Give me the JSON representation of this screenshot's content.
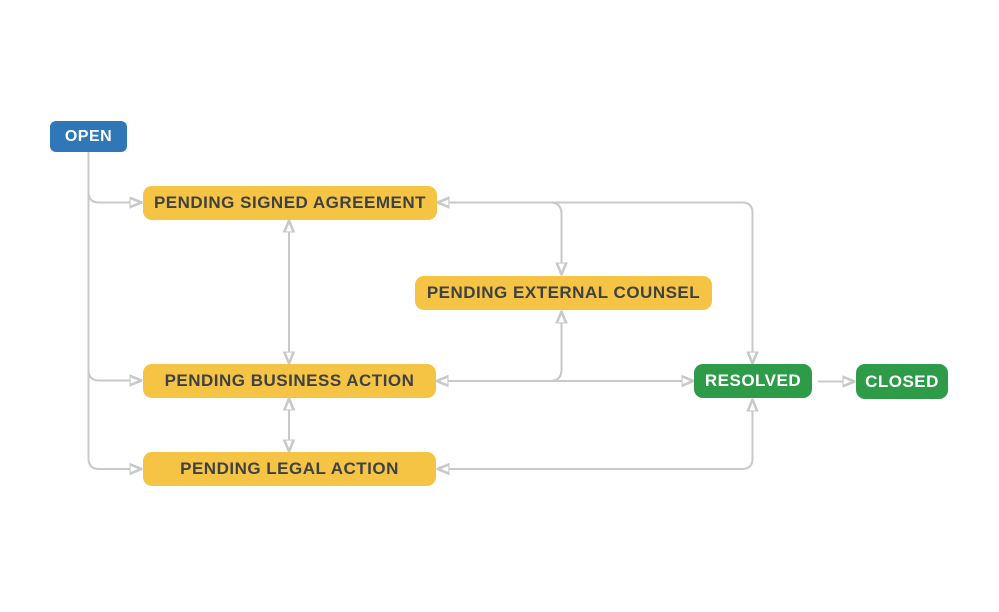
{
  "diagram": {
    "name": "Issue status workflow",
    "colors": {
      "open_blue": "#2f77b6",
      "pending_yellow": "#f5c444",
      "done_green": "#2e9b49",
      "arrow_gray": "#c9c9c9",
      "pending_text": "#3f4142",
      "canvas_background": "#ffffff"
    },
    "nodes": [
      {
        "id": "open",
        "label": "OPEN",
        "category": "to-do",
        "color": "#2f77b6",
        "text_color": "#ffffff"
      },
      {
        "id": "pending-signed-agreement",
        "label": "PENDING SIGNED AGREEMENT",
        "category": "in-progress",
        "color": "#f5c444",
        "text_color": "#3f4142"
      },
      {
        "id": "pending-external-counsel",
        "label": "PENDING EXTERNAL COUNSEL",
        "category": "in-progress",
        "color": "#f5c444",
        "text_color": "#3f4142"
      },
      {
        "id": "pending-business-action",
        "label": "PENDING BUSINESS ACTION",
        "category": "in-progress",
        "color": "#f5c444",
        "text_color": "#3f4142"
      },
      {
        "id": "pending-legal-action",
        "label": "PENDING LEGAL ACTION",
        "category": "in-progress",
        "color": "#f5c444",
        "text_color": "#3f4142"
      },
      {
        "id": "resolved",
        "label": "RESOLVED",
        "category": "done",
        "color": "#2e9b49",
        "text_color": "#ffffff"
      },
      {
        "id": "closed",
        "label": "CLOSED",
        "category": "done",
        "color": "#2e9b49",
        "text_color": "#ffffff"
      }
    ],
    "transitions": [
      {
        "from": "open",
        "to": "pending-signed-agreement",
        "arrow": "one-way"
      },
      {
        "from": "open",
        "to": "pending-business-action",
        "arrow": "one-way"
      },
      {
        "from": "open",
        "to": "pending-legal-action",
        "arrow": "one-way"
      },
      {
        "from": "pending-signed-agreement",
        "to": "pending-business-action",
        "arrow": "two-way"
      },
      {
        "from": "pending-business-action",
        "to": "pending-legal-action",
        "arrow": "two-way"
      },
      {
        "from": "pending-signed-agreement",
        "to": "resolved",
        "arrow": "two-way"
      },
      {
        "from": "pending-signed-agreement-resolved-link",
        "to": "pending-external-counsel",
        "arrow": "one-way"
      },
      {
        "from": "pending-business-action",
        "to": "resolved",
        "arrow": "two-way"
      },
      {
        "from": "pending-business-action-resolved-link",
        "to": "pending-external-counsel",
        "arrow": "one-way"
      },
      {
        "from": "pending-legal-action",
        "to": "resolved",
        "arrow": "two-way"
      },
      {
        "from": "resolved",
        "to": "closed",
        "arrow": "one-way"
      }
    ]
  }
}
